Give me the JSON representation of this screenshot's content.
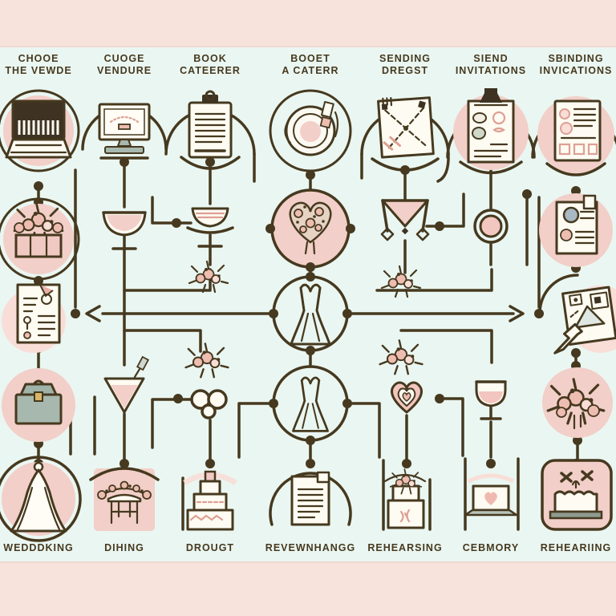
{
  "colors": {
    "background": "#eaf6f1",
    "band": "#f7e3dc",
    "ink": "#46391f",
    "dark": "#3e3322",
    "pink": "#f2cfc8",
    "softpink": "#f9ded7",
    "accent": "#df9f94",
    "accentsoft": "#eebdb2",
    "gray": "#a7b8ae",
    "paper": "#fdfbf2"
  },
  "columns": [
    {
      "top_label": [
        "CHOOE",
        "THE VEWDE"
      ],
      "bottom_label": "WEDDDKING",
      "icons": [
        "laptop-icon",
        "flower-box-icon",
        "invitation-document-icon",
        "suitcase-icon",
        "bride-icon"
      ]
    },
    {
      "top_label": [
        "CUOGE",
        "VENDURE"
      ],
      "bottom_label": "DIHING",
      "icons": [
        "monitor-icon",
        "coupe-glass-icon",
        "bouquet-icon",
        "cocktail-glass-icon",
        "table-garland-icon"
      ]
    },
    {
      "top_label": [
        "BOOK",
        "CATEERER"
      ],
      "bottom_label": "DROUGT",
      "icons": [
        "clipboard-icon",
        "coupe-saucer-icon",
        "bouquet-icon",
        "rings-icon",
        "tiered-cake-icon"
      ]
    },
    {
      "top_label": [
        "BOOET",
        "A CATERR"
      ],
      "bottom_label": "REVEWNHANGG",
      "icons": [
        "plate-icon",
        "heart-bouquet-icon",
        "wedding-dress-icon",
        "wedding-dress-icon",
        "document-arch-icon"
      ]
    },
    {
      "top_label": [
        "SENDING",
        "DREGST"
      ],
      "bottom_label": "REHEARSING",
      "icons": [
        "menu-paper-icon",
        "envelope-icon",
        "bouquet-icon",
        "heart-icon",
        "small-cake-icon"
      ]
    },
    {
      "top_label": [
        "SIEND",
        "INVITATIONS"
      ],
      "bottom_label": "CEBMORY",
      "icons": [
        "menu-board-icon",
        "ring-icon",
        "wine-glass-icon",
        "laptop-heart-icon"
      ]
    },
    {
      "top_label": [
        "SBINDING",
        "INVICATIONS"
      ],
      "bottom_label": "REHEARIING",
      "icons": [
        "invitation-card-icon",
        "certificate-icon",
        "map-photos-icon",
        "flower-circle-icon",
        "pink-cake-icon"
      ]
    }
  ],
  "center": {
    "hub_icon": "wedding-dress-icon",
    "arrow_left": "left",
    "arrow_right": "right"
  }
}
